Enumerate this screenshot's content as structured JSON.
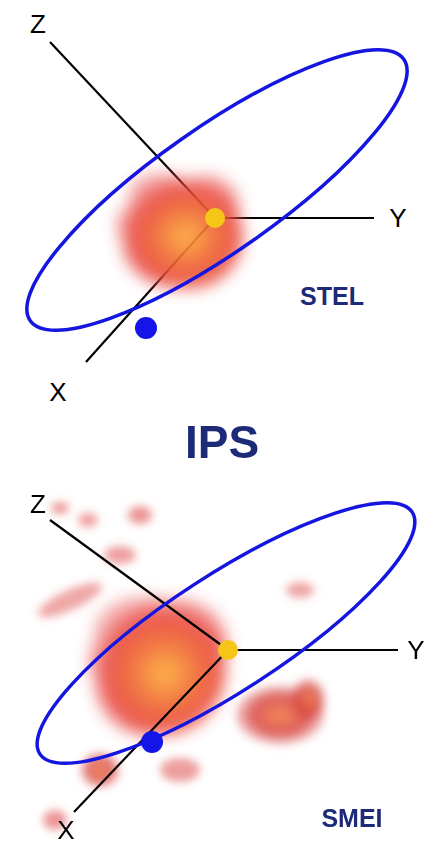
{
  "diagram": {
    "labels": [
      "Z",
      "Y",
      "STEL",
      "X",
      "IPS",
      "Z",
      "Y",
      "SMEI",
      "X"
    ]
  }
}
